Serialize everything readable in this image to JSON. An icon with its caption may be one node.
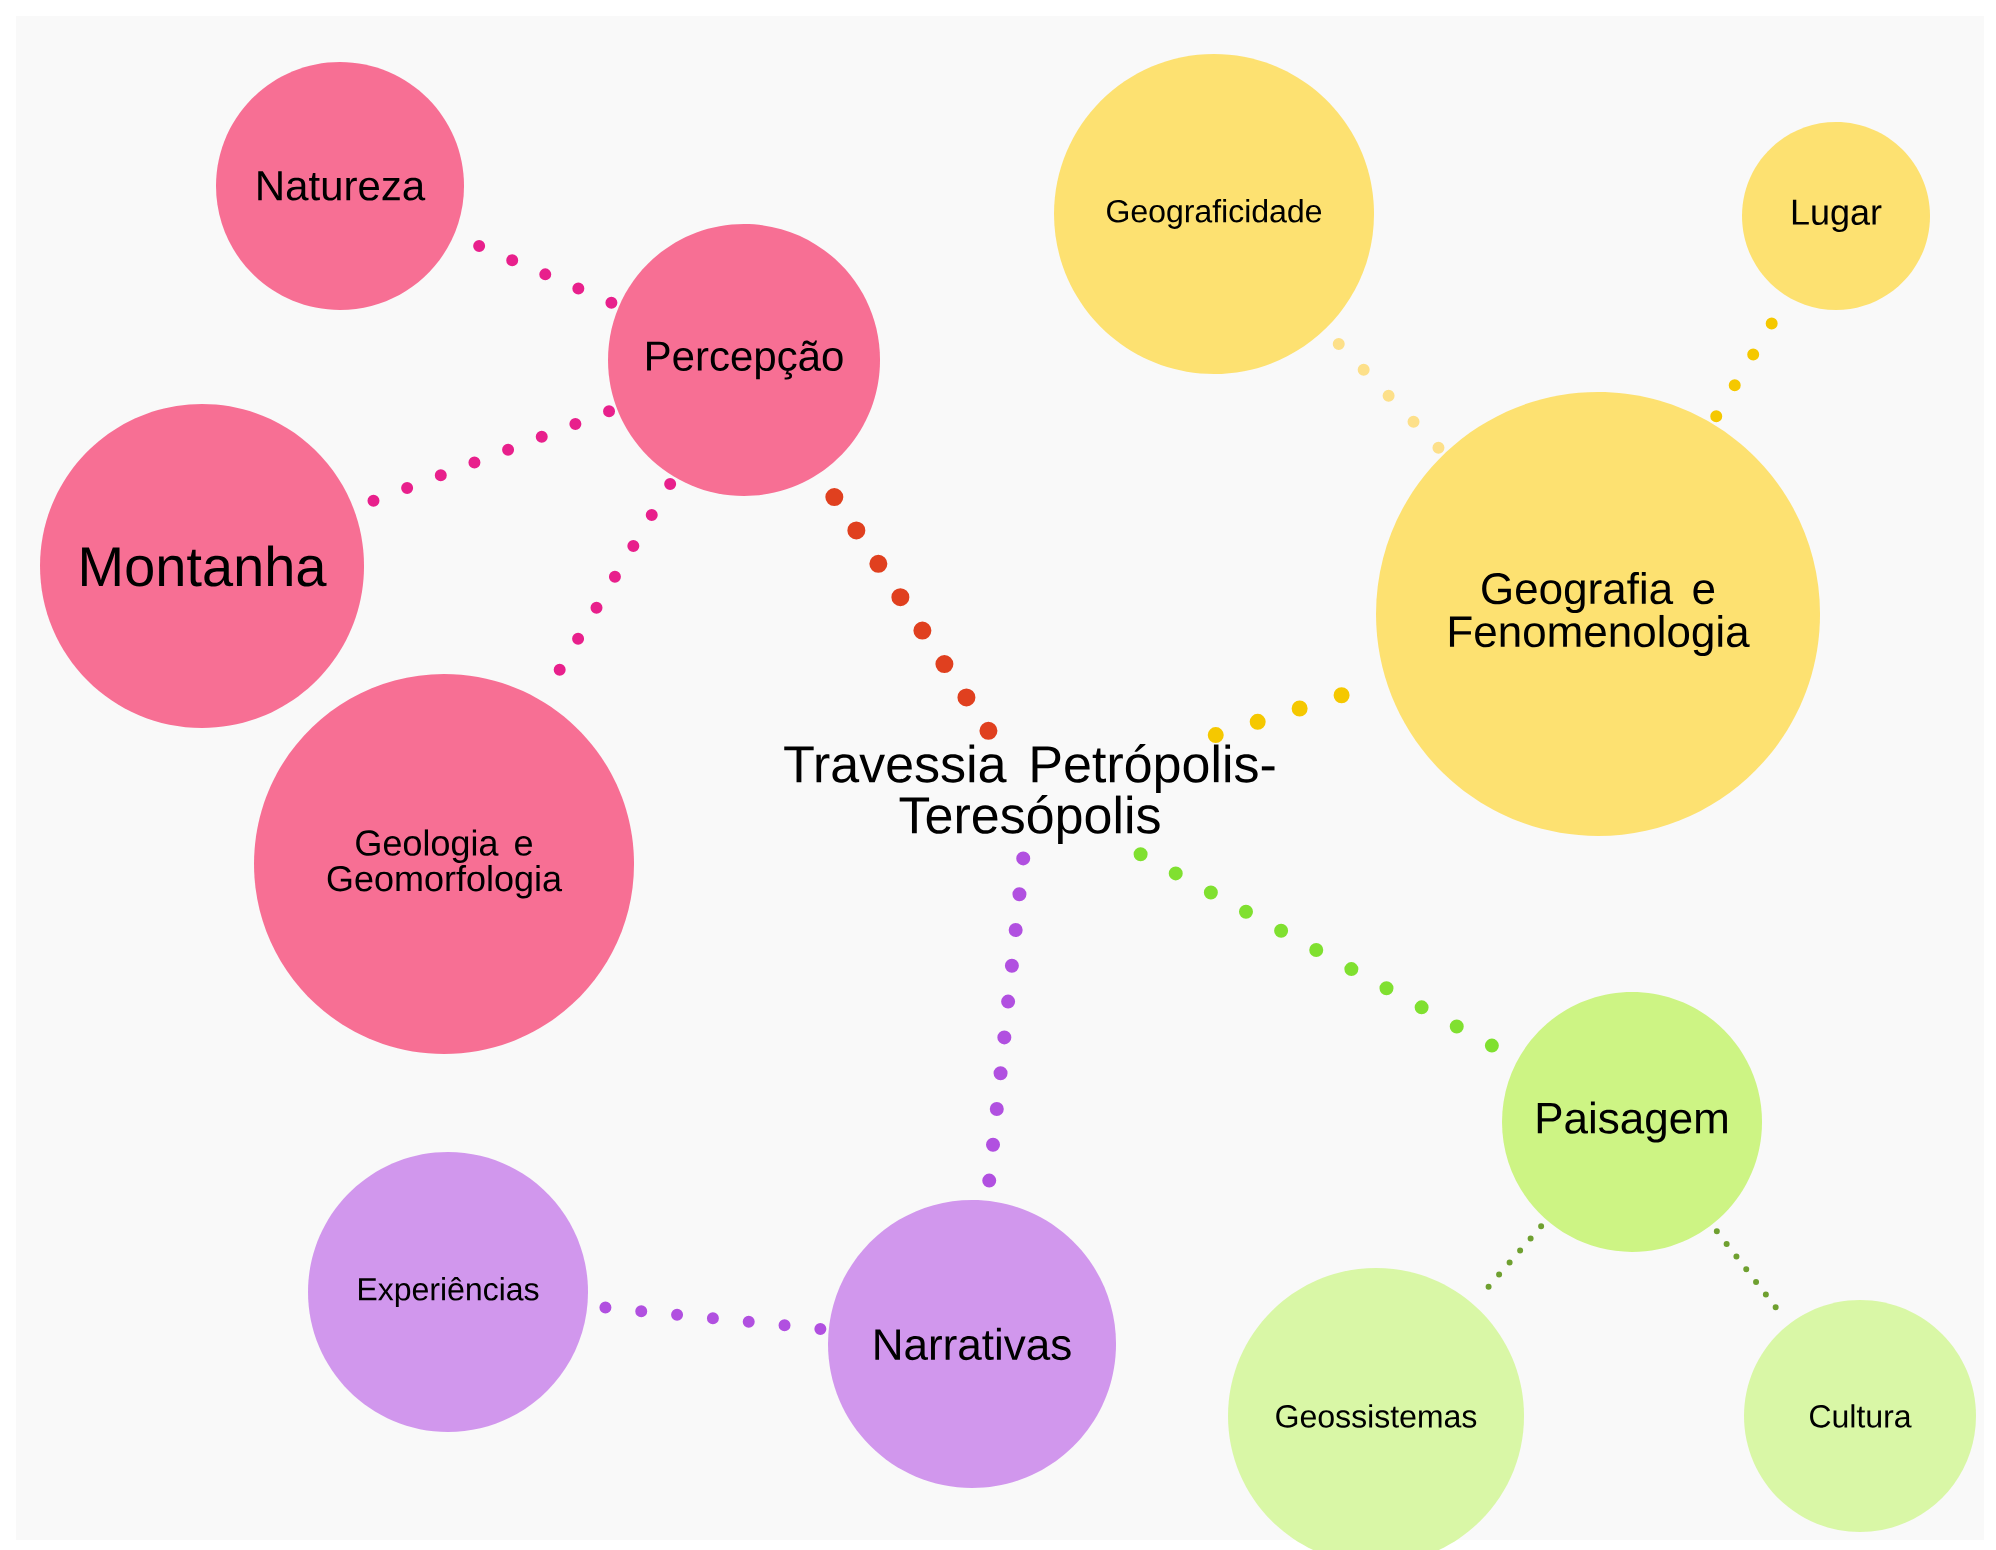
{
  "diagram": {
    "nodes": [
      {
        "text": [
          "Travessia Petrópolis-Teresópolis"
        ]
      },
      {
        "text": [
          "Natureza"
        ]
      },
      {
        "text": [
          "Percepção"
        ]
      },
      {
        "text": [
          "Montanha"
        ]
      },
      {
        "text": [
          "Geologia e Geomorfologia"
        ]
      },
      {
        "text": [
          "Geograficidade"
        ]
      },
      {
        "text": [
          "Lugar"
        ]
      },
      {
        "text": [
          "Geografia e Fenomenologia"
        ]
      },
      {
        "text": [
          "Experiências"
        ]
      },
      {
        "text": [
          "Narrativas"
        ]
      },
      {
        "text": [
          "Paisagem"
        ]
      },
      {
        "text": [
          "Geossistemas"
        ]
      },
      {
        "text": [
          "Cultura"
        ]
      }
    ],
    "edges": [
      {
        "from": 0,
        "to": 2,
        "arrow": "none",
        "color": "#e0401f"
      },
      {
        "from": 2,
        "to": 1,
        "arrow": "none",
        "color": "#e8208c"
      },
      {
        "from": 2,
        "to": 3,
        "arrow": "none",
        "color": "#e8208c"
      },
      {
        "from": 2,
        "to": 4,
        "arrow": "none",
        "color": "#e8208c"
      },
      {
        "from": 0,
        "to": 7,
        "arrow": "none",
        "color": "#f5c800"
      },
      {
        "from": 7,
        "to": 5,
        "arrow": "none",
        "color": "#fde08a"
      },
      {
        "from": 7,
        "to": 6,
        "arrow": "none",
        "color": "#f5c800"
      },
      {
        "from": 0,
        "to": 9,
        "arrow": "none",
        "color": "#b150e0"
      },
      {
        "from": 9,
        "to": 8,
        "arrow": "none",
        "color": "#b150e0"
      },
      {
        "from": 0,
        "to": 10,
        "arrow": "none",
        "color": "#80e030"
      },
      {
        "from": 10,
        "to": 11,
        "arrow": "none",
        "color": "#6fa030"
      },
      {
        "from": 10,
        "to": 12,
        "arrow": "none",
        "color": "#6fa030"
      }
    ]
  }
}
